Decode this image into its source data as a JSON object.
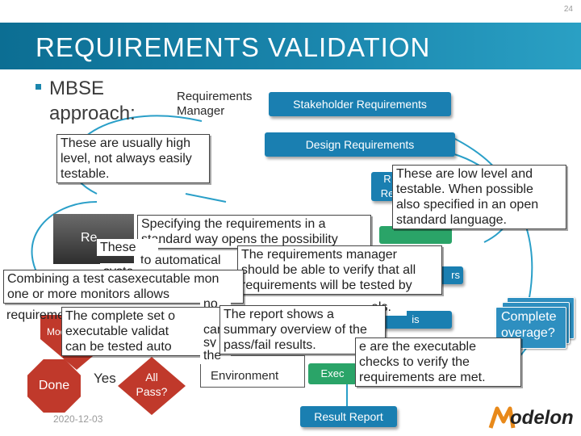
{
  "slide": {
    "number": "24",
    "title": "REQUIREMENTS VALIDATION",
    "date": "2020-12-03"
  },
  "bullet": {
    "line1": "MBSE",
    "line2": "approach:"
  },
  "requirements_manager": {
    "line1": "Requirements",
    "line2": "Manager"
  },
  "boxes": {
    "stakeholder": "Stakeholder Requirements",
    "design": "Design Requirements",
    "result_report": "Result Report",
    "environment": "Environment",
    "exec": "Exec",
    "rs": "rs",
    "is": "is",
    "re": "Re",
    "r": "R",
    "re_left": "Re"
  },
  "callouts": {
    "high_level": [
      "These are usually high",
      "level, not always easily",
      "testable."
    ],
    "low_level": [
      "These are low level and",
      "testable.  When possible",
      "also specified in an open",
      "standard language."
    ],
    "specifying": [
      "Specifying the requirements in a",
      "standard way opens the possibility"
    ],
    "these_frag": "These",
    "automatical": "to automatical",
    "syste": "syste",
    "manager": [
      "The requirements manager",
      "should be able to verify that all",
      "requirements will be tested by"
    ],
    "combining": [
      "Combining a test cas",
      "executable mon"
    ],
    "monitors": "one or more monitors allows",
    "no": "no",
    "els": "els.",
    "complete_set": [
      "The complete set o",
      "executable validat",
      "can be tested auto"
    ],
    "requireme": "requireme",
    "report": [
      "The report shows a",
      "summary overview of the",
      "pass/fail results."
    ],
    "car": "car",
    "sy": "sy",
    "the": "the",
    "executable": [
      "e are the executable",
      "checks to verify the",
      "requirements are met."
    ],
    "mod": "Mod"
  },
  "coverage": {
    "line1": "Complete",
    "line2": "overage?"
  },
  "flow": {
    "done": "Done",
    "yes": "Yes",
    "all": "All",
    "pass": "Pass?"
  },
  "logo": {
    "text": "odelon"
  },
  "colors": {
    "header": "#1a86ad",
    "blue_box": "#1a7fb1",
    "green_box": "#2aa468",
    "red": "#c0392b"
  }
}
